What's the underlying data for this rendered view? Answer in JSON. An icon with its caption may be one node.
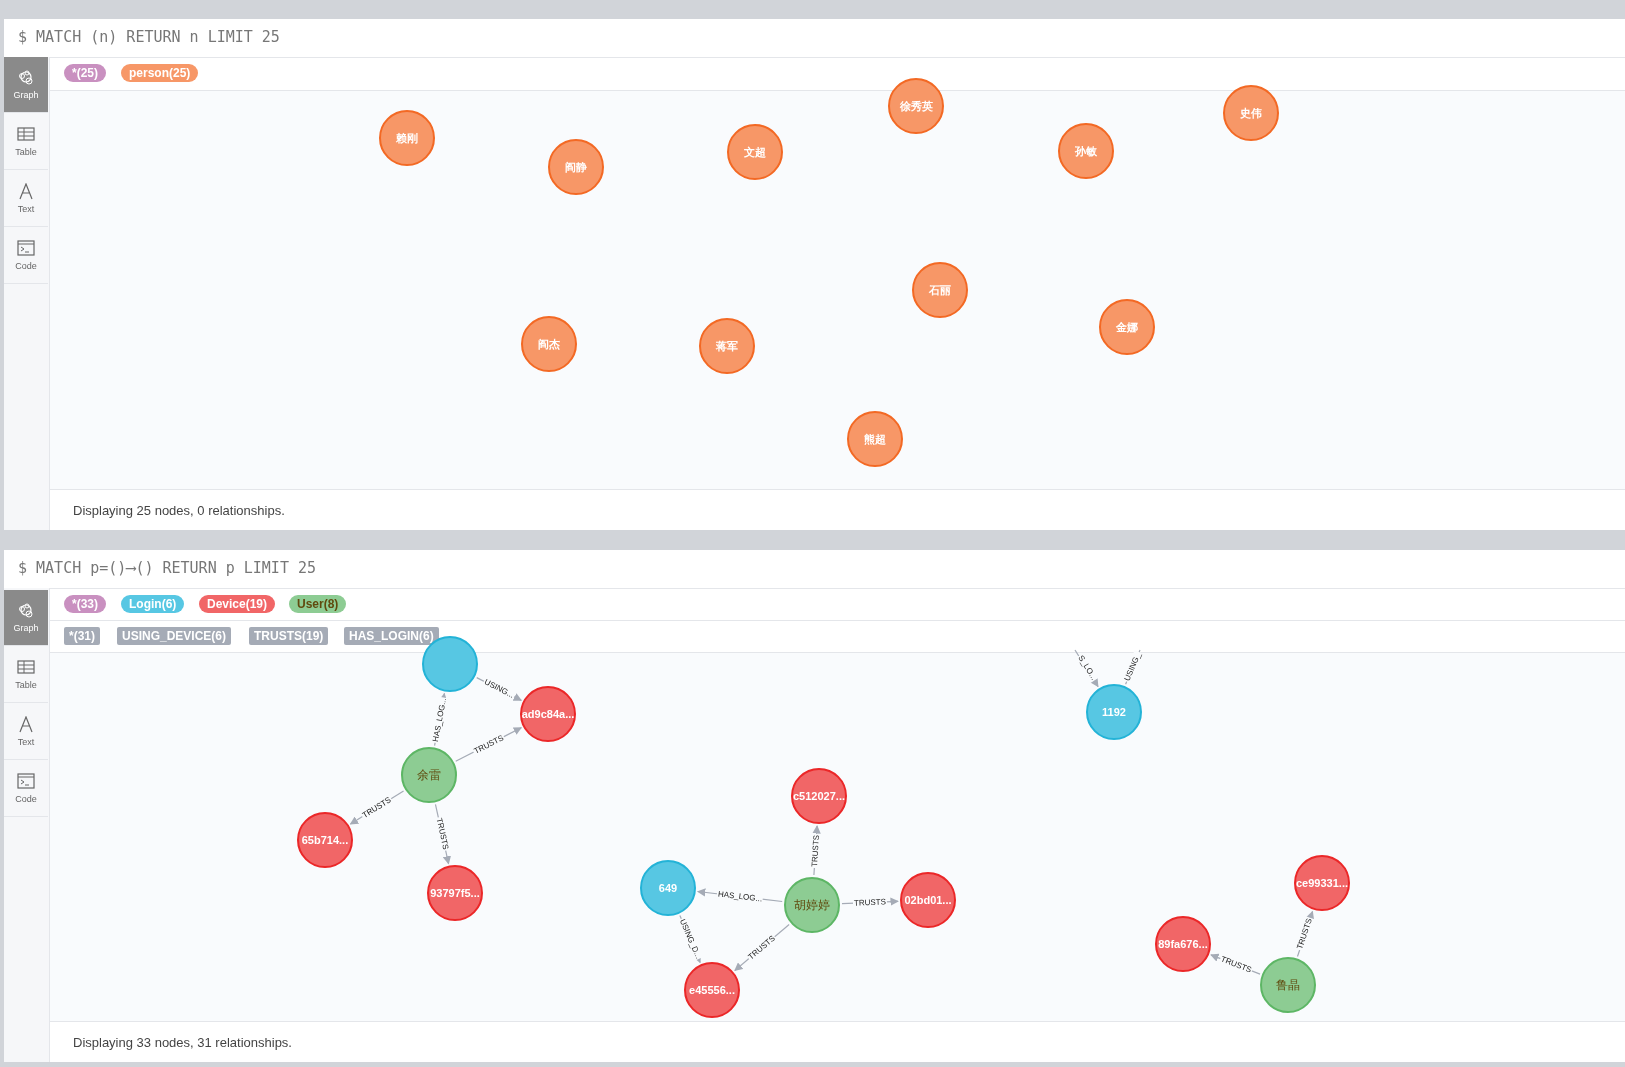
{
  "diagram": {
    "nodes": [
      {
        "text": [
          "徐秀英"
        ]
      },
      {
        "text": [
          "史伟"
        ]
      },
      {
        "text": [
          "赖刚"
        ]
      },
      {
        "text": [
          "孙敏"
        ]
      },
      {
        "text": [
          "文超"
        ]
      },
      {
        "text": [
          "阎静"
        ]
      },
      {
        "text": [
          "石丽"
        ]
      },
      {
        "text": [
          "金娜"
        ]
      },
      {
        "text": [
          "阎杰"
        ]
      },
      {
        "text": [
          "蒋军"
        ]
      },
      {
        "text": [
          "熊超"
        ]
      },
      {
        "text": [],
        "shape": "circle"
      },
      {
        "text": [
          "1192"
        ]
      },
      {
        "text": [
          "ad9c84a..."
        ]
      },
      {
        "text": [
          "余雷"
        ]
      },
      {
        "text": [
          "c512027..."
        ]
      },
      {
        "text": [
          "65b714..."
        ]
      },
      {
        "text": [
          "93797f5..."
        ]
      },
      {
        "text": [
          "649"
        ]
      },
      {
        "text": [
          "胡婷婷"
        ]
      },
      {
        "text": [
          "02bd01..."
        ]
      },
      {
        "text": [
          "ce99331..."
        ]
      },
      {
        "text": [
          "89fa676..."
        ]
      },
      {
        "text": [
          "e45556..."
        ]
      },
      {
        "text": [
          "鲁晶"
        ]
      }
    ],
    "edges": [
      {
        "from": 14,
        "to": 11,
        "arrow": "to",
        "label": "HAS_LOG..."
      },
      {
        "from": 11,
        "to": 13,
        "arrow": "to",
        "label": "USING..."
      },
      {
        "from": 14,
        "to": 13,
        "arrow": "to",
        "label": "TRUSTS"
      },
      {
        "from": 14,
        "to": 16,
        "arrow": "to",
        "label": "TRUSTS"
      },
      {
        "from": 14,
        "to": 17,
        "arrow": "to",
        "label": "TRUSTS"
      },
      {
        "from": null,
        "to": 12,
        "arrow": "to",
        "label": "S_LO..."
      },
      {
        "from": 12,
        "to": null,
        "arrow": "none",
        "label": "USING_"
      },
      {
        "from": 19,
        "to": 18,
        "arrow": "to",
        "label": "HAS_LOG..."
      },
      {
        "from": 18,
        "to": 23,
        "arrow": "to",
        "label": "USING_D..."
      },
      {
        "from": 19,
        "to": 23,
        "arrow": "to",
        "label": "TRUSTS"
      },
      {
        "from": 19,
        "to": 15,
        "arrow": "to",
        "label": "TRUSTS"
      },
      {
        "from": 19,
        "to": 20,
        "arrow": "to",
        "label": "TRUSTS"
      },
      {
        "from": 24,
        "to": 22,
        "arrow": "to",
        "label": "TRUSTS"
      },
      {
        "from": 24,
        "to": 21,
        "arrow": "to",
        "label": "TRUSTS"
      }
    ],
    "labels": [
      "$ MATCH (n) RETURN n LIMIT 25",
      "*(25)",
      "person(25)",
      "Graph",
      "Table",
      "Text",
      "Code",
      "Displaying 25 nodes, 0 relationships.",
      "$ MATCH p=()⟶() RETURN p LIMIT 25",
      "*(33)",
      "Login(6)",
      "Device(19)",
      "User(8)",
      "*(31)",
      "USING_DEVICE(6)",
      "TRUSTS(19)",
      "HAS_LOGIN(6)",
      "Graph",
      "Table",
      "Text",
      "Code",
      "Displaying 33 nodes, 31 relationships."
    ]
  }
}
